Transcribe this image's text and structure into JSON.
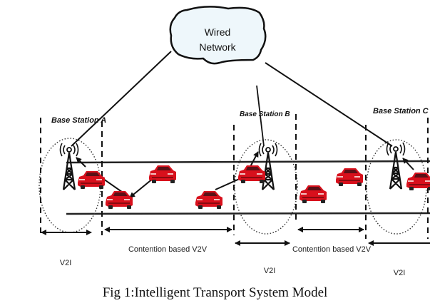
{
  "cloud": {
    "line1": "Wired",
    "line2": "Network",
    "fill": "#eef7fb"
  },
  "base_stations": [
    {
      "id": "A",
      "label": "Base Station A"
    },
    {
      "id": "B",
      "label": "Base Station B"
    },
    {
      "id": "C",
      "label": "Base Station C"
    }
  ],
  "zones": [
    {
      "label": "V2I"
    },
    {
      "label": "Contention based V2V"
    },
    {
      "label": "V2I"
    },
    {
      "label": "Contention based V2V"
    },
    {
      "label": "V2I"
    }
  ],
  "caption": "Fig 1:Intelligent Transport System Model",
  "colors": {
    "car": "#d8101c",
    "line": "#111111"
  }
}
